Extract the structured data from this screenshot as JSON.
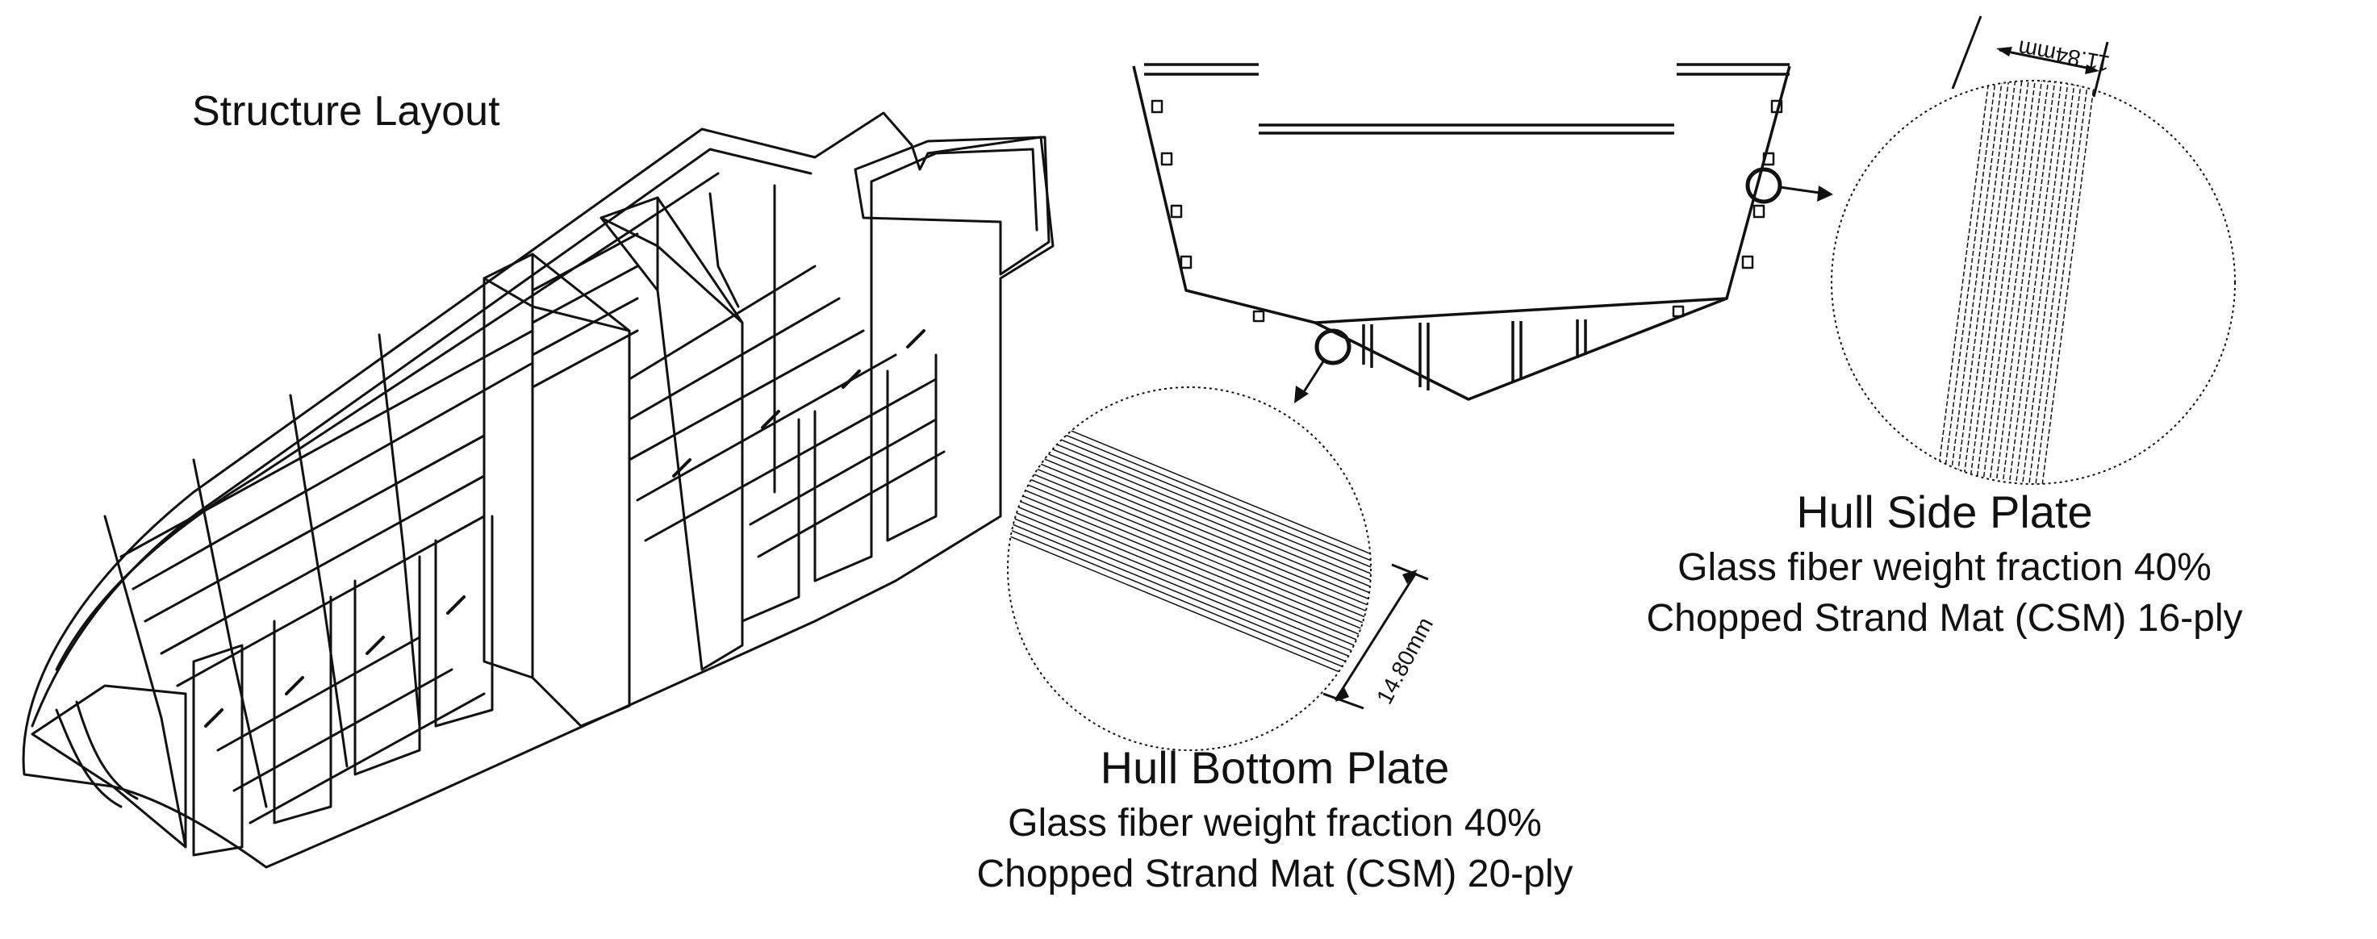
{
  "diagram": {
    "title": "Structure Layout",
    "bottom_plate": {
      "name": "Hull Bottom Plate",
      "fiber": "Glass fiber weight fraction 40%",
      "laminate": "Chopped Strand Mat (CSM) 20-ply",
      "thickness": "14.80mm"
    },
    "side_plate": {
      "name": "Hull Side Plate",
      "fiber": "Glass fiber weight fraction 40%",
      "laminate": "Chopped Strand Mat (CSM) 16-ply",
      "thickness": "11.84mm"
    }
  }
}
